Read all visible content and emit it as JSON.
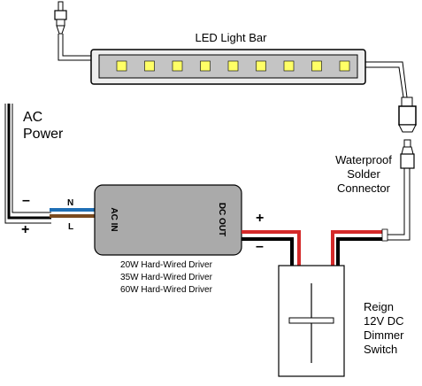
{
  "led_bar": {
    "title": "LED Light Bar",
    "led_count": 9
  },
  "ac_power": {
    "line1": "AC",
    "line2": "Power",
    "neg": "–",
    "pos": "+"
  },
  "driver": {
    "input_label": "AC IN",
    "output_label": "DC OUT",
    "n_label": "N",
    "l_label": "L",
    "models": [
      "20W Hard-Wired Driver",
      "35W Hard-Wired Driver",
      "60W Hard-Wired Driver"
    ]
  },
  "dc_polarity": {
    "pos": "+",
    "neg": "–"
  },
  "connector": {
    "line1": "Waterproof",
    "line2": "Solder",
    "line3": "Connector"
  },
  "dimmer": {
    "line1": "Reign",
    "line2": "12V DC",
    "line3": "Dimmer",
    "line4": "Switch"
  },
  "colors": {
    "neutral_wire": "#1f6fb5",
    "live_wire": "#7a4a1e",
    "positive_wire": "#d42a2a",
    "negative_wire": "#111111",
    "driver_body": "#aaaaaa",
    "led_color": "#ffff66"
  }
}
